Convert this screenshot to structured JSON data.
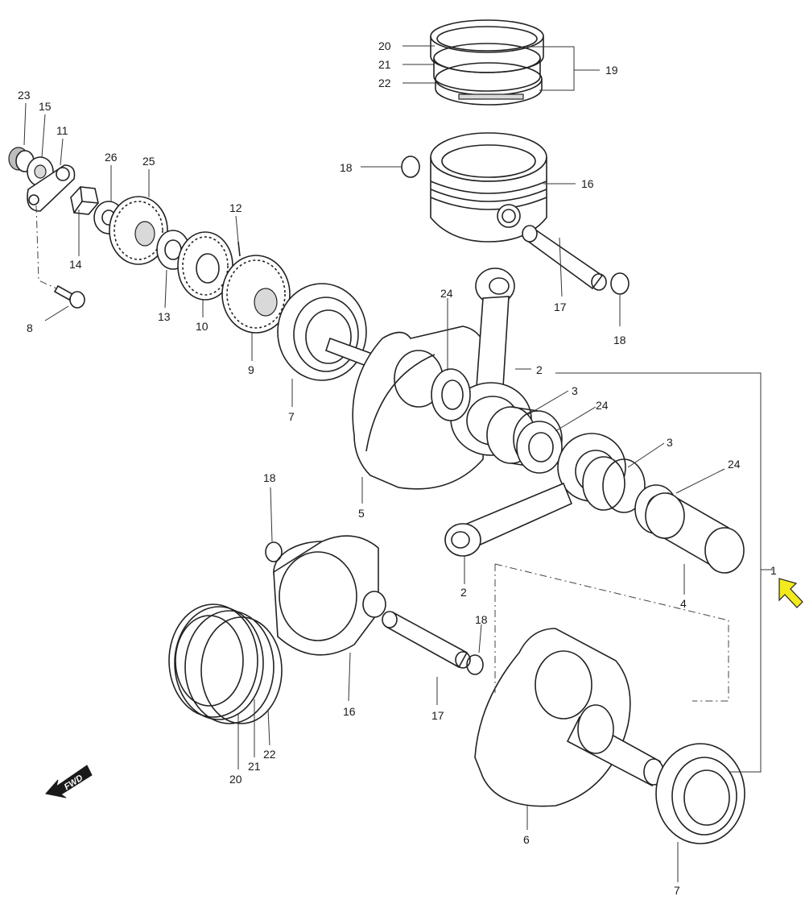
{
  "callouts": {
    "c1": "1",
    "c2a": "2",
    "c2b": "2",
    "c3a": "3",
    "c3b": "3",
    "c4": "4",
    "c5": "5",
    "c6": "6",
    "c7a": "7",
    "c7b": "7",
    "c8": "8",
    "c9": "9",
    "c10": "10",
    "c11": "11",
    "c12": "12",
    "c13": "13",
    "c14": "14",
    "c15": "15",
    "c16a": "16",
    "c16b": "16",
    "c17a": "17",
    "c17b": "17",
    "c18a": "18",
    "c18b": "18",
    "c18c": "18",
    "c18d": "18",
    "c19": "19",
    "c20a": "20",
    "c20b": "20",
    "c21a": "21",
    "c21b": "21",
    "c22a": "22",
    "c22b": "22",
    "c23": "23",
    "c24a": "24",
    "c24b": "24",
    "c24c": "24",
    "c25": "25",
    "c26": "26"
  },
  "fwd_label": "FWD",
  "colors": {
    "line": "#222222",
    "pointer": "#f2ea1c"
  },
  "icons": {
    "pointer": "arrow-pointer-icon",
    "fwd": "fwd-arrow-icon"
  }
}
